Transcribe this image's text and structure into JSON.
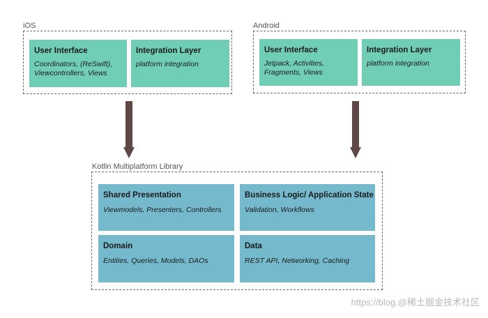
{
  "ios": {
    "label": "iOS",
    "ui_title": "User Interface",
    "ui_sub": "Coordinators, (ReSwift), Viewcontrollers, Views",
    "integration_title": "Integration Layer",
    "integration_sub": "platform integration"
  },
  "android": {
    "label": "Android",
    "ui_title": "User Interface",
    "ui_sub": "Jetpack, Activities, Fragments, Views",
    "integration_title": "Integration Layer",
    "integration_sub": "platform integration"
  },
  "kmp": {
    "label": "Kotlin Multiplatform Library",
    "shared_title": "Shared Presentation",
    "shared_sub": "Viewmodels, Presenters, Controllers",
    "business_title": "Business Logic/ Application State",
    "business_sub": "Validation, Workflows",
    "domain_title": "Domain",
    "domain_sub": "Entities, Queries, Models, DAOs",
    "data_title": "Data",
    "data_sub": "REST API, Networking, Caching"
  },
  "watermark": "https://blog.@稀土掘金技术社区",
  "colors": {
    "platform_box": "#70ceb7",
    "library_box": "#74b9cc",
    "arrow": "#5e4744",
    "dashed_border": "#666666"
  }
}
